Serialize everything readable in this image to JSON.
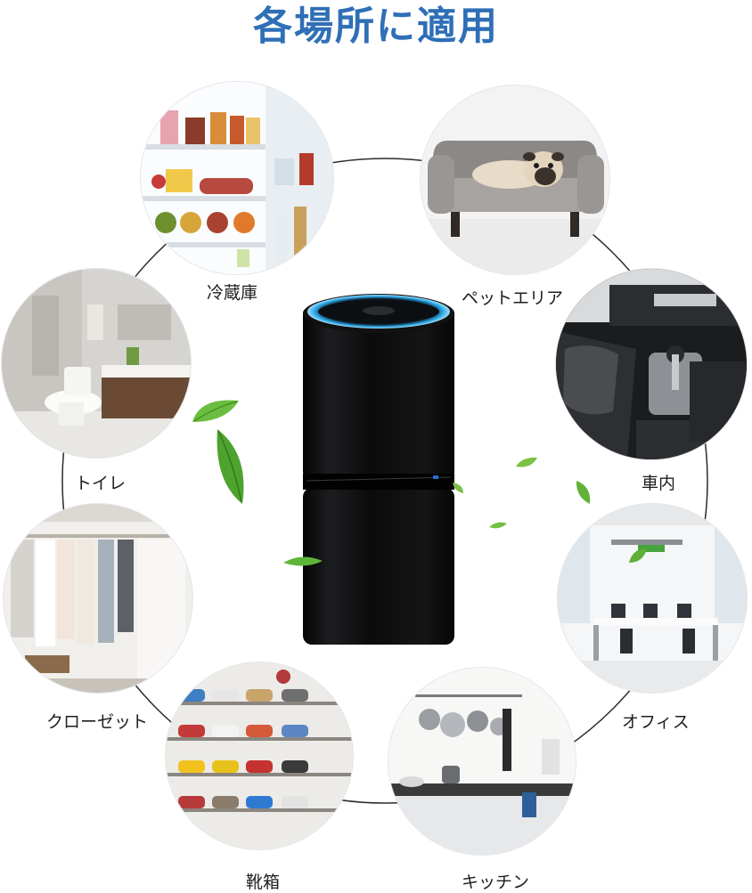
{
  "title": "各場所に適用",
  "locations": {
    "fridge": "冷蔵庫",
    "pet_area": "ペットエリア",
    "toilet": "トイレ",
    "car_interior": "車内",
    "closet": "クローゼット",
    "office": "オフィス",
    "shoe_box": "靴箱",
    "kitchen": "キッチン"
  },
  "colors": {
    "title": "#2f6fb6",
    "device_body": "#0f0f10",
    "device_glow": "#2aa8e8",
    "leaf": "#5fb53a",
    "ring_line": "#2b2b2b"
  },
  "icons": [
    "leaf-icon",
    "air-purifier-device"
  ]
}
